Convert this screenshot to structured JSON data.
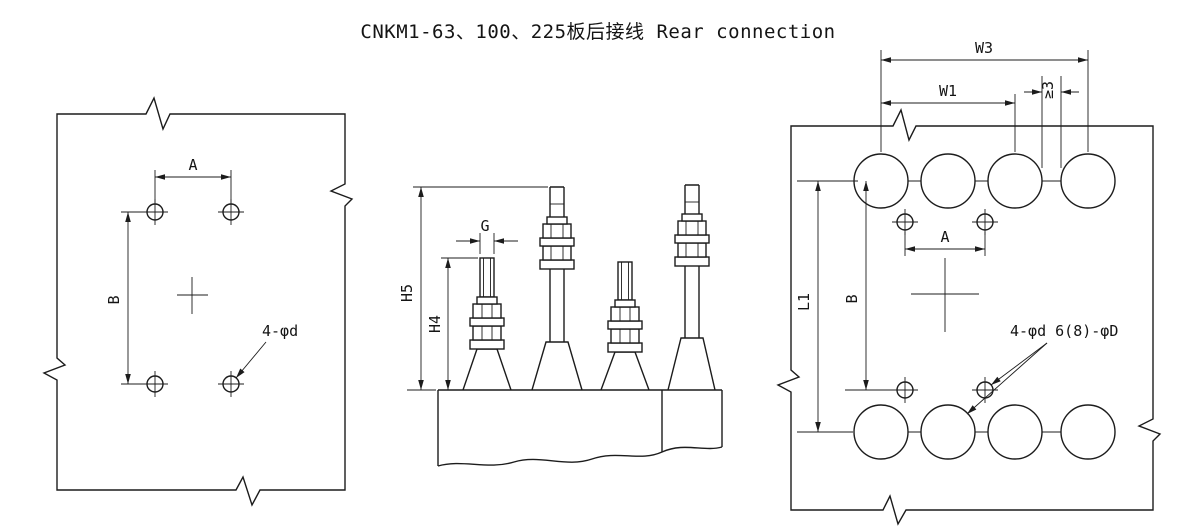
{
  "title": "CNKM1-63、100、225板后接线  Rear connection",
  "colors": {
    "background": "#ffffff",
    "line": "#1c1c1c"
  },
  "left_view": {
    "dim_a": "A",
    "dim_b": "B",
    "leader": "4-φd"
  },
  "middle_view": {
    "dim_g": "G",
    "dim_h5": "H5",
    "dim_h4": "H4"
  },
  "right_view": {
    "dim_w3": "W3",
    "dim_w1": "W1",
    "dim_gap": "≥3",
    "dim_a": "A",
    "dim_b": "B",
    "dim_l1": "L1",
    "leader": "4-φd 6(8)-φD"
  }
}
